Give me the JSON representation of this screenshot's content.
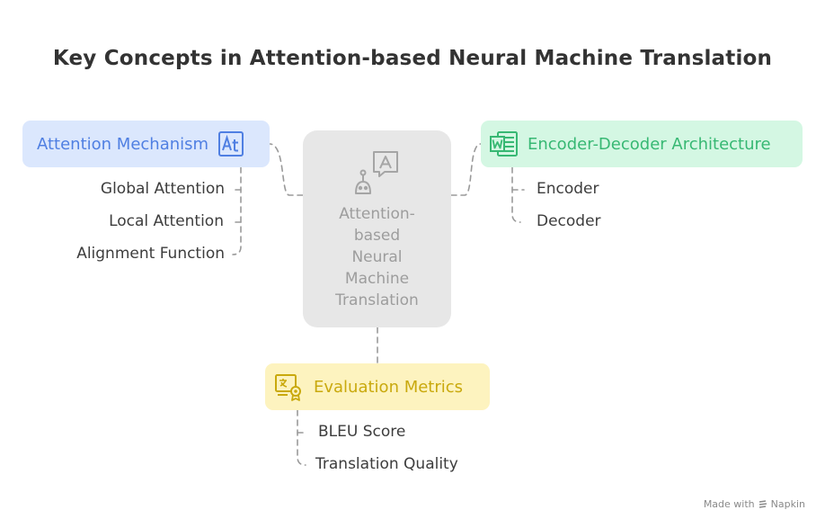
{
  "title": "Key Concepts in Attention-based Neural Machine Translation",
  "center": {
    "label": "Attention-\nbased\nNeural\nMachine\nTranslation",
    "icon": "robot-chat-icon"
  },
  "categories": [
    {
      "label": "Attention Mechanism",
      "icon": "text-at-icon",
      "color": "#4f7fe2",
      "bg": "#dbe7fd",
      "items": [
        "Global Attention",
        "Local Attention",
        "Alignment Function"
      ]
    },
    {
      "label": "Encoder-Decoder Architecture",
      "icon": "word-document-icon",
      "color": "#37b873",
      "bg": "#d4f7e3",
      "items": [
        "Encoder",
        "Decoder"
      ]
    },
    {
      "label": "Evaluation Metrics",
      "icon": "translation-certificate-icon",
      "color": "#c9a90d",
      "bg": "#fdf3bf",
      "items": [
        "BLEU Score",
        "Translation Quality"
      ]
    }
  ],
  "footer": {
    "made_with": "Made with",
    "brand": "Napkin"
  }
}
